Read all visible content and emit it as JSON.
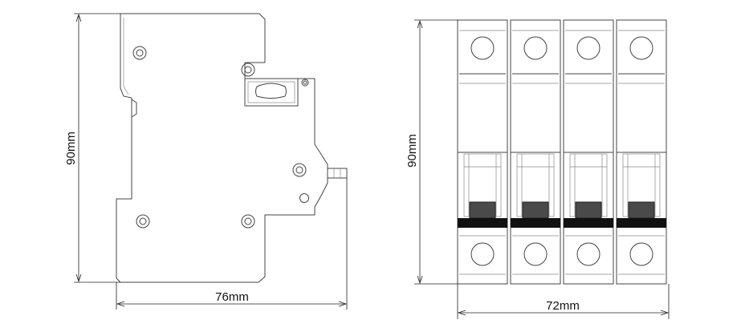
{
  "side_view": {
    "height_label": "90mm",
    "width_label": "76mm"
  },
  "front_view": {
    "height_label": "90mm",
    "width_label": "72mm",
    "poles": 4
  }
}
